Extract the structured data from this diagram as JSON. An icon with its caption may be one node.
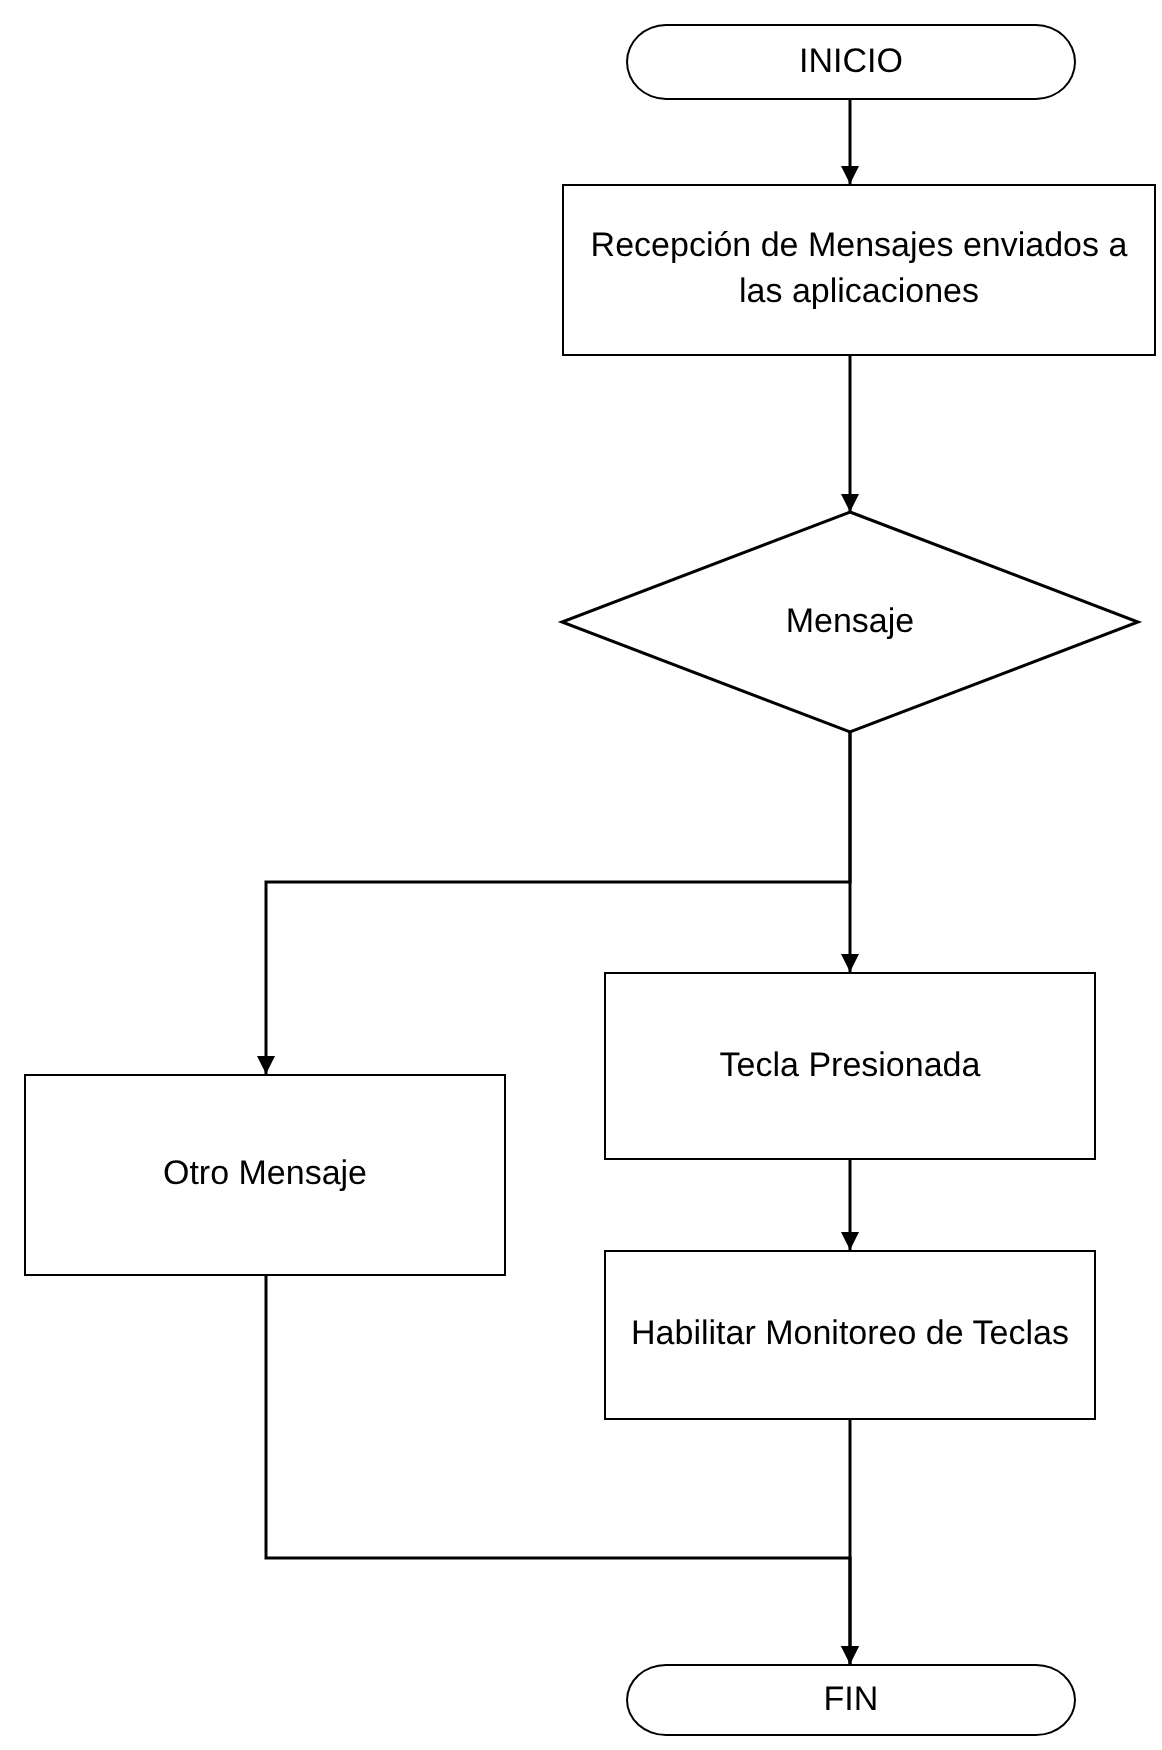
{
  "diagram": {
    "nodes": [
      {
        "text": [
          "INICIO"
        ]
      },
      {
        "text": [
          "Recepción de Mensajes enviados a las aplicaciones"
        ]
      },
      {
        "text": [
          "Mensaje"
        ]
      },
      {
        "text": [
          "Tecla Presionada"
        ]
      },
      {
        "text": [
          "Otro Mensaje"
        ]
      },
      {
        "text": [
          "Habilitar Monitoreo de Teclas"
        ]
      },
      {
        "text": [
          "FIN"
        ]
      }
    ],
    "edges": [
      {
        "from": 0,
        "to": 1,
        "arrow": "to"
      },
      {
        "from": 1,
        "to": 2,
        "arrow": "to"
      },
      {
        "from": 2,
        "to": 3,
        "arrow": "to"
      },
      {
        "from": 2,
        "to": 4,
        "arrow": "to"
      },
      {
        "from": 3,
        "to": 5,
        "arrow": "to"
      },
      {
        "from": 5,
        "to": 6,
        "arrow": "to"
      },
      {
        "from": 4,
        "to": 6,
        "arrow": "to"
      }
    ]
  }
}
